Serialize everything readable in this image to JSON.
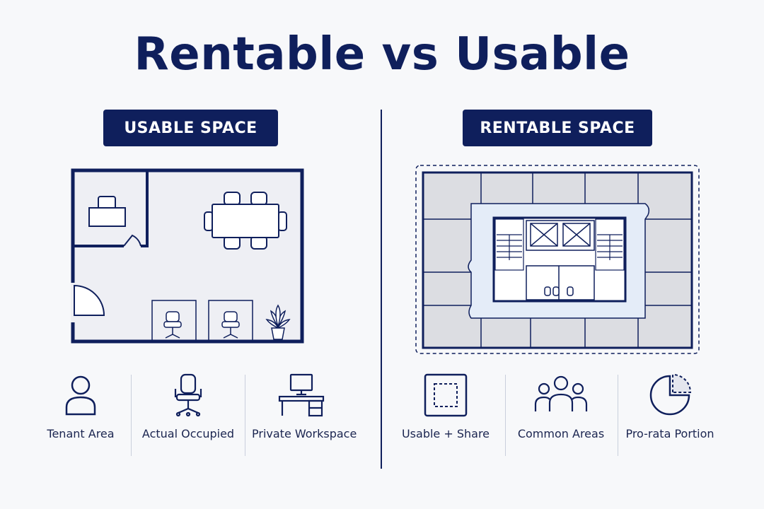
{
  "title": "Rentable vs Usable",
  "left_panel": {
    "badge": "USABLE SPACE",
    "legend": [
      {
        "label": "Tenant Area",
        "icon": "person-icon"
      },
      {
        "label": "Actual Occupied",
        "icon": "office-chair-icon"
      },
      {
        "label": "Private Workspace",
        "icon": "desk-computer-icon"
      }
    ]
  },
  "right_panel": {
    "badge": "RENTABLE SPACE",
    "legend": [
      {
        "label": "Usable + Share",
        "icon": "dashed-square-icon"
      },
      {
        "label": "Common Areas",
        "icon": "group-icon"
      },
      {
        "label": "Pro-rata Portion",
        "icon": "pie-slice-icon"
      }
    ]
  },
  "colors": {
    "navy": "#0f1f5c",
    "floor": "#eeeff4",
    "office_gray": "#dcdde2",
    "common_area": "#e4ecf8"
  }
}
